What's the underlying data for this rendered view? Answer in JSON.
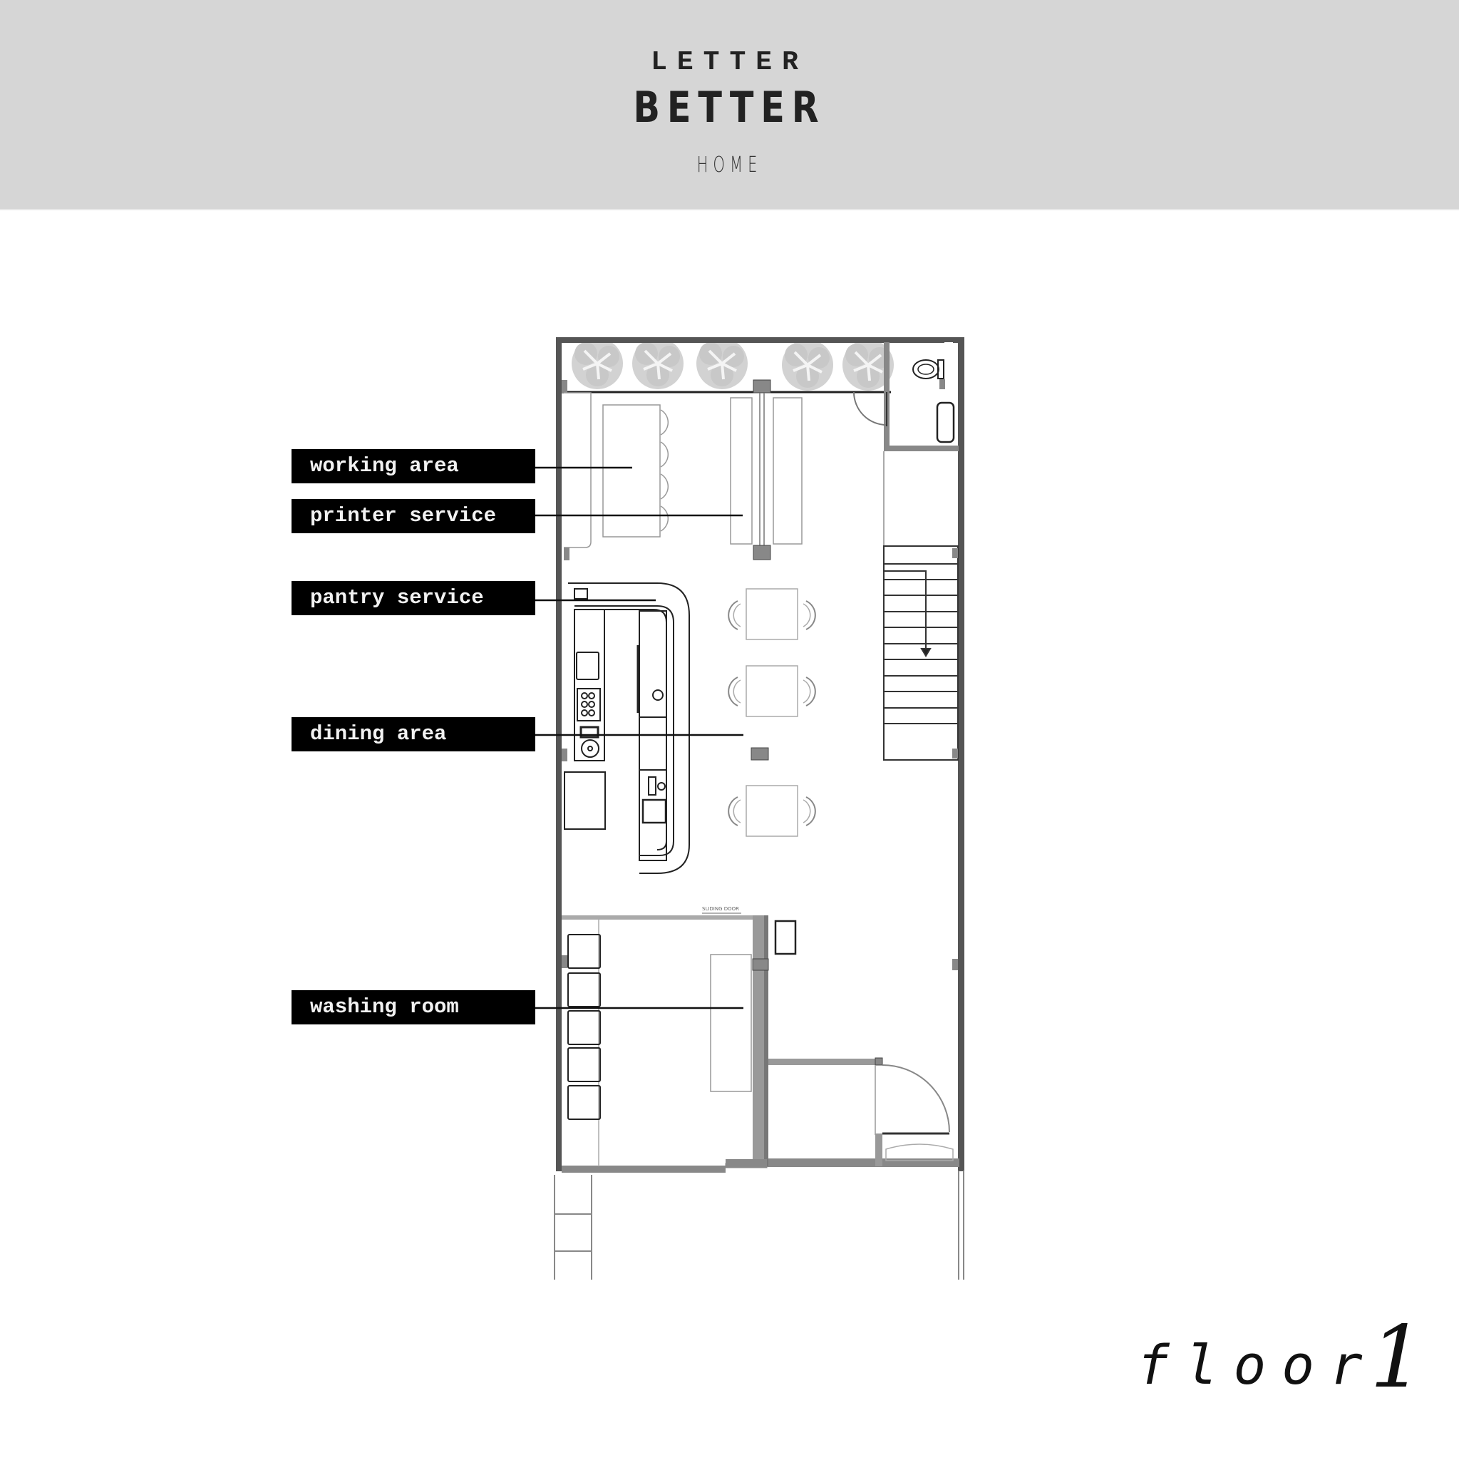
{
  "header": {
    "brand_top": "LETTER",
    "brand_main": "BETTER",
    "brand_sub": "HOME",
    "background_color": "#d6d6d6"
  },
  "labels": [
    {
      "id": "working",
      "text": "working area"
    },
    {
      "id": "printer",
      "text": "printer service"
    },
    {
      "id": "pantry",
      "text": "pantry service"
    },
    {
      "id": "dining",
      "text": "dining area"
    },
    {
      "id": "washing",
      "text": "washing room"
    }
  ],
  "plan": {
    "sliding_door_note": "SLIDING DOOR",
    "stair_direction": "down",
    "plants_count": 5,
    "dining_tables": 3,
    "washing_machines": 5
  },
  "footer": {
    "floor_word": "floor",
    "floor_number": "1"
  }
}
